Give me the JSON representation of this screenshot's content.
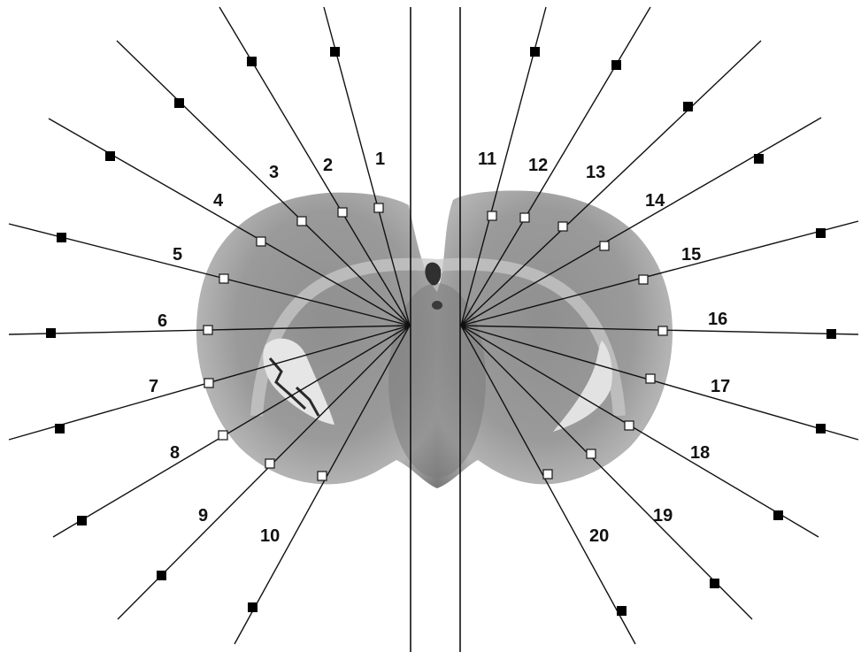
{
  "figure": {
    "colors": {
      "ray_line": "#111111",
      "midline": "#111111",
      "outer_marker_fill": "#000000",
      "inner_marker_fill": "#ffffff",
      "inner_marker_stroke": "#222222",
      "tissue_light": "#a9a9a9",
      "tissue_mid": "#8a8a8a",
      "tissue_dark": "#5f5f5f"
    },
    "rays": [
      {
        "label": "1",
        "side": "left"
      },
      {
        "label": "2",
        "side": "left"
      },
      {
        "label": "3",
        "side": "left"
      },
      {
        "label": "4",
        "side": "left"
      },
      {
        "label": "5",
        "side": "left"
      },
      {
        "label": "6",
        "side": "left"
      },
      {
        "label": "7",
        "side": "left"
      },
      {
        "label": "8",
        "side": "left"
      },
      {
        "label": "9",
        "side": "left"
      },
      {
        "label": "10",
        "side": "left"
      },
      {
        "label": "11",
        "side": "right"
      },
      {
        "label": "12",
        "side": "right"
      },
      {
        "label": "13",
        "side": "right"
      },
      {
        "label": "14",
        "side": "right"
      },
      {
        "label": "15",
        "side": "right"
      },
      {
        "label": "16",
        "side": "right"
      },
      {
        "label": "17",
        "side": "right"
      },
      {
        "label": "18",
        "side": "right"
      },
      {
        "label": "19",
        "side": "right"
      },
      {
        "label": "20",
        "side": "right"
      }
    ]
  }
}
